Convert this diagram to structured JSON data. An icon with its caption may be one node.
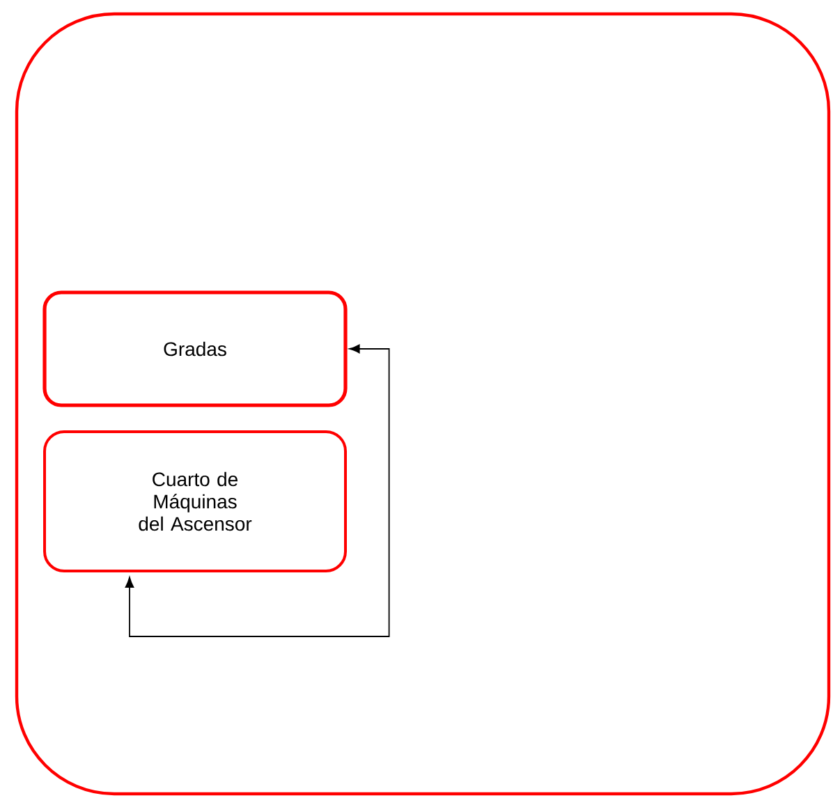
{
  "diagram": {
    "nodes": [
      {
        "text": [],
        "shape": "box"
      },
      {
        "text": [
          "Gradas"
        ],
        "in": 0
      },
      {
        "text": [
          "Cuarto de Máquinas del Ascensor"
        ],
        "in": 0
      }
    ],
    "edges": [
      {
        "from": 2,
        "to": 1,
        "arrow": "both"
      }
    ]
  }
}
